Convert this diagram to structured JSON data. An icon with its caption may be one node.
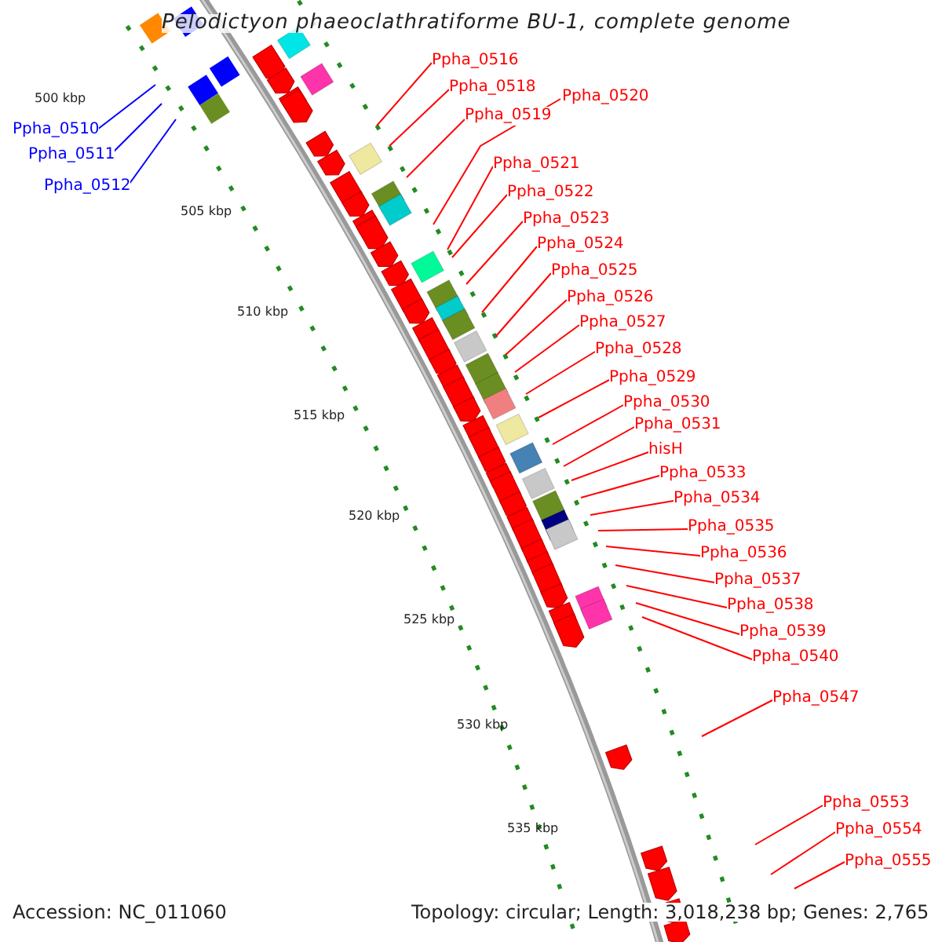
{
  "diagram": {
    "title": "Pelodictyon phaeoclathratiforme BU-1, complete genome",
    "nodes": [
      {
        "text": [
          "Ppha_0510"
        ]
      },
      {
        "text": [
          "Ppha_0511"
        ]
      },
      {
        "text": [
          "Ppha_0512"
        ]
      },
      {
        "text": [
          "Ppha_0516"
        ]
      },
      {
        "text": [
          "Ppha_0518"
        ]
      },
      {
        "text": [
          "Ppha_0519"
        ]
      },
      {
        "text": [
          "Ppha_0520"
        ]
      },
      {
        "text": [
          "Ppha_0521"
        ]
      },
      {
        "text": [
          "Ppha_0522"
        ]
      },
      {
        "text": [
          "Ppha_0523"
        ]
      },
      {
        "text": [
          "Ppha_0524"
        ]
      },
      {
        "text": [
          "Ppha_0525"
        ]
      },
      {
        "text": [
          "Ppha_0526"
        ]
      },
      {
        "text": [
          "Ppha_0527"
        ]
      },
      {
        "text": [
          "Ppha_0528"
        ]
      },
      {
        "text": [
          "Ppha_0529"
        ]
      },
      {
        "text": [
          "Ppha_0530"
        ]
      },
      {
        "text": [
          "Ppha_0531"
        ]
      },
      {
        "text": [
          "hisH"
        ]
      },
      {
        "text": [
          "Ppha_0533"
        ]
      },
      {
        "text": [
          "Ppha_0534"
        ]
      },
      {
        "text": [
          "Ppha_0535"
        ]
      },
      {
        "text": [
          "Ppha_0536"
        ]
      },
      {
        "text": [
          "Ppha_0537"
        ]
      },
      {
        "text": [
          "Ppha_0538"
        ]
      },
      {
        "text": [
          "Ppha_0539"
        ]
      },
      {
        "text": [
          "Ppha_0540"
        ]
      },
      {
        "text": [
          "Ppha_0547"
        ]
      },
      {
        "text": [
          "Ppha_0553"
        ]
      },
      {
        "text": [
          "Ppha_0554"
        ]
      },
      {
        "text": [
          "Ppha_0555"
        ]
      }
    ],
    "edges": [
      {
        "from": 0,
        "to": null,
        "arrow": "none",
        "color": "#0000ff"
      },
      {
        "from": 1,
        "to": null,
        "arrow": "none",
        "color": "#0000ff"
      },
      {
        "from": 2,
        "to": null,
        "arrow": "none",
        "color": "#0000ff"
      },
      {
        "from": 3,
        "to": null,
        "arrow": "none"
      },
      {
        "from": 4,
        "to": null,
        "arrow": "none"
      },
      {
        "from": 5,
        "to": null,
        "arrow": "none"
      },
      {
        "from": 6,
        "to": null,
        "arrow": "none"
      },
      {
        "from": 7,
        "to": null,
        "arrow": "none"
      },
      {
        "from": 8,
        "to": null,
        "arrow": "none"
      },
      {
        "from": 9,
        "to": null,
        "arrow": "none"
      },
      {
        "from": 10,
        "to": null,
        "arrow": "none"
      },
      {
        "from": 11,
        "to": null,
        "arrow": "none"
      },
      {
        "from": 12,
        "to": null,
        "arrow": "none"
      },
      {
        "from": 13,
        "to": null,
        "arrow": "none"
      },
      {
        "from": 14,
        "to": null,
        "arrow": "none"
      },
      {
        "from": 15,
        "to": null,
        "arrow": "none"
      },
      {
        "from": 16,
        "to": null,
        "arrow": "none"
      },
      {
        "from": 17,
        "to": null,
        "arrow": "none"
      },
      {
        "from": 18,
        "to": null,
        "arrow": "none"
      },
      {
        "from": 19,
        "to": null,
        "arrow": "none"
      },
      {
        "from": 20,
        "to": null,
        "arrow": "none"
      },
      {
        "from": 21,
        "to": null,
        "arrow": "none"
      },
      {
        "from": 22,
        "to": null,
        "arrow": "none"
      },
      {
        "from": 23,
        "to": null,
        "arrow": "none"
      },
      {
        "from": 24,
        "to": null,
        "arrow": "none"
      },
      {
        "from": 25,
        "to": null,
        "arrow": "none"
      },
      {
        "from": 26,
        "to": null,
        "arrow": "none"
      },
      {
        "from": 27,
        "to": null,
        "arrow": "none"
      },
      {
        "from": 28,
        "to": null,
        "arrow": "none"
      },
      {
        "from": 29,
        "to": null,
        "arrow": "none"
      },
      {
        "from": 30,
        "to": null,
        "arrow": "none"
      }
    ],
    "labels": [
      "500 kbp",
      "505 kbp",
      "510 kbp",
      "515 kbp",
      "520 kbp",
      "525 kbp",
      "530 kbp",
      "535 kbp",
      "Accession: NC_011060",
      "Topology: circular; Length: 3,018,238 bp; Genes: 2,765"
    ]
  }
}
